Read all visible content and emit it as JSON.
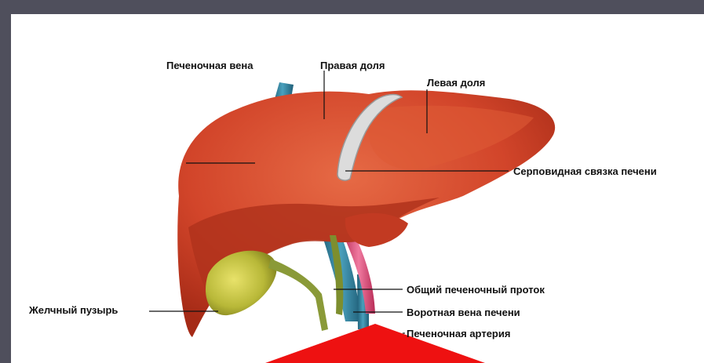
{
  "labels": {
    "hepatic_vein": "Печеночная вена",
    "right_lobe": "Правая доля",
    "left_lobe": "Левая доля",
    "falciform_ligament": "Серповидная связка печени",
    "common_hepatic_duct": "Общий печеночный проток",
    "gallbladder": "Желчный пузырь",
    "portal_vein": "Воротная вена печени",
    "hepatic_artery": "Печеночная артерия"
  },
  "colors": {
    "background": "#4f4f5c",
    "slide": "#ffffff",
    "liver": "#d2452a",
    "liver_dark": "#a82a17",
    "liver_light": "#e4633f",
    "vein": "#2f7f9a",
    "artery": "#e0507a",
    "gallbladder": "#b8b838",
    "duct": "#8a9a38",
    "ligament": "#d8d8d8",
    "pointer": "#ee1111"
  }
}
